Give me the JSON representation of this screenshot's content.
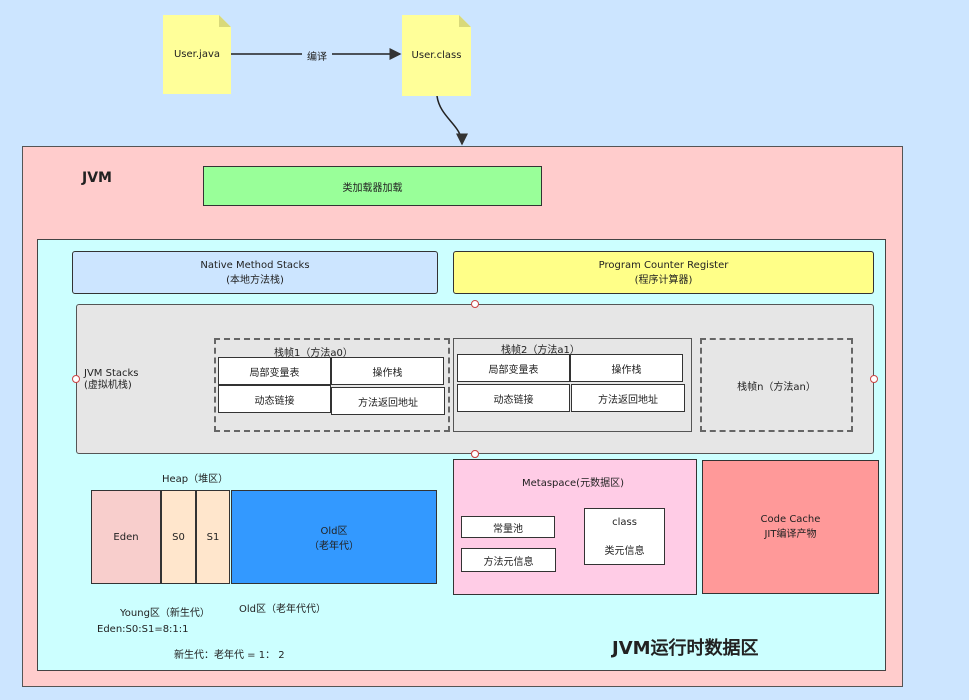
{
  "source_notes": {
    "user_java": "User.java",
    "user_class": "User.class",
    "compile_label": "编译"
  },
  "jvm": {
    "title": "JVM",
    "classloader": "类加载器加载",
    "runtime_area_title": "JVM运行时数据区",
    "native_stacks": {
      "line1": "Native Method Stacks",
      "line2": "(本地方法栈)"
    },
    "pc_register": {
      "line1": "Program Counter Register",
      "line2": "(程序计算器)"
    },
    "jvm_stacks": {
      "label_line1": "JVM Stacks",
      "label_line2": "(虚拟机栈)",
      "frame1": {
        "title": "栈帧1（方法a0）",
        "cells": [
          "局部变量表",
          "操作栈",
          "动态链接",
          "方法返回地址"
        ]
      },
      "frame2": {
        "title": "栈帧2（方法a1）",
        "cells": [
          "局部变量表",
          "操作栈",
          "动态链接",
          "方法返回地址"
        ]
      },
      "frame_n": "栈帧n（方法an）"
    },
    "heap": {
      "title": "Heap（堆区）",
      "eden": "Eden",
      "s0": "S0",
      "s1": "S1",
      "old_line1": "Old区",
      "old_line2": "（老年代）",
      "young_caption": "Young区（新生代）",
      "old_caption": "Old区（老年代代）",
      "ratio1": "Eden:S0:S1=8:1:1",
      "ratio2": "新生代：老年代 = 1： 2"
    },
    "metaspace": {
      "title": "Metaspace(元数据区)",
      "constant_pool": "常量池",
      "method_info": "方法元信息",
      "class_line1": "class",
      "class_line2": "类元信息"
    },
    "code_cache": {
      "line1": "Code Cache",
      "line2": "JIT编译产物"
    }
  },
  "colors": {
    "background": "#cce5ff",
    "jvm_box": "#ffcccc",
    "runtime_area": "#ccffff",
    "classloader": "#99ff99",
    "native_stacks": "#cce5ff",
    "pc_register": "#ffff88",
    "jvm_stacks": "#e6e6e6",
    "eden": "#f8cecc",
    "survivor": "#ffe6cc",
    "old": "#3399ff",
    "metaspace": "#ffcce6",
    "code_cache": "#ff9999",
    "note": "#ffff99",
    "red_arrow": "#dd0000"
  }
}
